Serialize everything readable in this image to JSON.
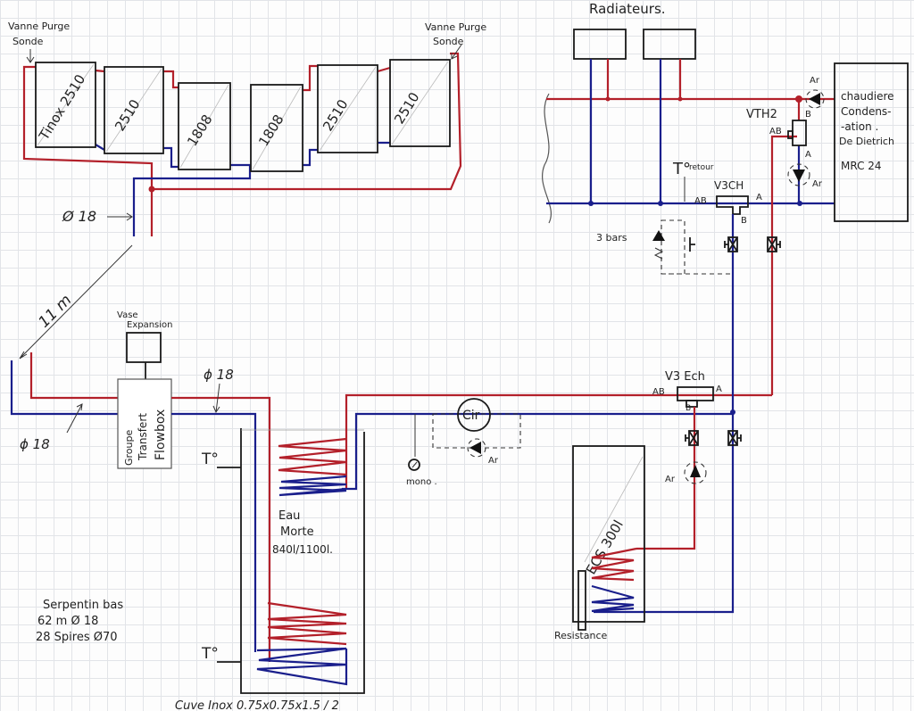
{
  "diagram": {
    "title": "Hydraulic schematic – solar collectors, storage tank, boiler and radiators",
    "colors": {
      "hot_pipe": "#b3202a",
      "cold_pipe": "#1a1f8c",
      "outline": "#1a1a1a",
      "grid": "#e2e4e8"
    },
    "collectors": {
      "valve_left": [
        "Vanne Purge",
        "Sonde"
      ],
      "valve_right": [
        "Vanne Purge",
        "Sonde"
      ],
      "panels": [
        "Tinox 2510",
        "2510",
        "1808",
        "1808",
        "2510",
        "2510"
      ]
    },
    "pipe_labels": {
      "diameter_upper": "Ø 18",
      "distance": "11 m",
      "diameter_lower_left": "ϕ 18",
      "diameter_lower_right": "ϕ 18"
    },
    "expansion_vessel": [
      "Vase",
      "Expansion"
    ],
    "transfer_group": [
      "Groupe",
      "Transfert",
      "Flowbox"
    ],
    "storage_tank": {
      "label": [
        "Eau",
        "Morte",
        "840l/1100l."
      ],
      "sensor_top": "T°",
      "sensor_bottom": "T°",
      "caption": "Cuve Inox 0.75x0.75x1.5 / 2"
    },
    "bottom_coil_notes": [
      "Serpentin bas",
      "62 m  Ø 18",
      "28 Spires  Ø70"
    ],
    "circulator": {
      "label": "Cir",
      "pump_label": "Ar"
    },
    "pressure_gauge": "mono .",
    "dhw_tank": {
      "label": "ECS 300l",
      "heater": "Resistance"
    },
    "v3_exchanger": {
      "label": "V3 Ech",
      "port_ab": "AB",
      "port_a": "A",
      "port_b": "B"
    },
    "dhw_pump": "Ar",
    "radiators": {
      "title": "Radiateurs.",
      "count": 2
    },
    "return_sensor": {
      "main": "T°",
      "sub": "retour"
    },
    "v3_heating": {
      "label": "V3CH",
      "port_ab": "AB",
      "port_a": "A",
      "port_b": "B"
    },
    "safety_valve": "3 bars",
    "vth2": {
      "label": "VTH2",
      "port_ab": "AB",
      "port_a": "A",
      "port_b": "B"
    },
    "boiler_pumps": [
      "Ar",
      "Ar"
    ],
    "boiler": [
      "chaudiere",
      "Condens-",
      "-ation .",
      "De Dietrich",
      "MRC 24"
    ]
  }
}
